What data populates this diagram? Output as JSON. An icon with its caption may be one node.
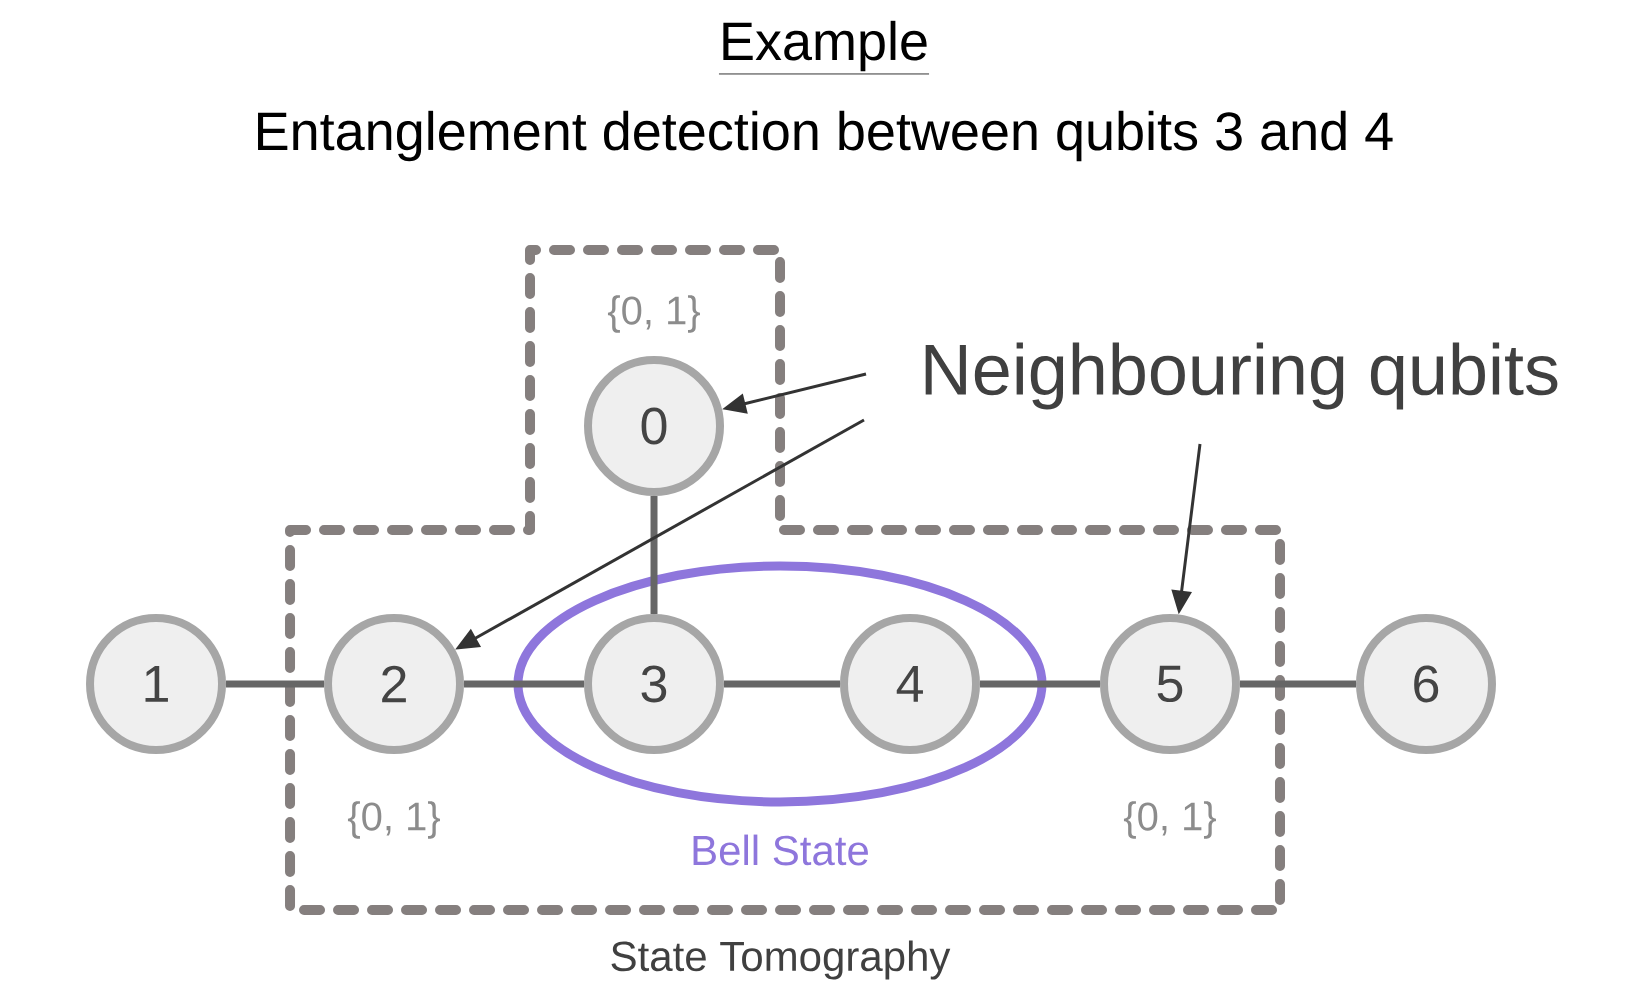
{
  "diagram": {
    "title": "Example",
    "nodes": [
      {
        "text": [
          "State Tomography"
        ]
      },
      {
        "text": [
          "0"
        ],
        "in": 0,
        "beside": [
          "{0, 1}"
        ]
      },
      {
        "text": [
          "Neighbouring qubits"
        ]
      },
      {
        "text": [
          "1"
        ]
      },
      {
        "text": [
          "2"
        ],
        "in": 0,
        "beside": [
          "{0, 1}"
        ]
      },
      {
        "text": [
          "Bell State"
        ],
        "in": 0
      },
      {
        "text": [
          "3"
        ],
        "in": 5
      },
      {
        "text": [
          "4"
        ],
        "in": 5
      },
      {
        "text": [
          "5"
        ],
        "in": 0,
        "beside": [
          "{0, 1}"
        ]
      },
      {
        "text": [
          "6"
        ]
      }
    ],
    "edges": [
      {
        "from": 1,
        "to": 6,
        "arrow": "none"
      },
      {
        "from": 3,
        "to": 4,
        "arrow": "none"
      },
      {
        "from": 4,
        "to": 6,
        "arrow": "none"
      },
      {
        "from": 6,
        "to": 7,
        "arrow": "none"
      },
      {
        "from": 7,
        "to": 8,
        "arrow": "none"
      },
      {
        "from": 8,
        "to": 9,
        "arrow": "none"
      },
      {
        "from": 2,
        "to": 1,
        "arrow": "to"
      },
      {
        "from": 2,
        "to": 4,
        "arrow": "to"
      },
      {
        "from": 2,
        "to": 8,
        "arrow": "to"
      }
    ],
    "labels": [
      "Entanglement detection between qubits 3 and 4"
    ]
  }
}
